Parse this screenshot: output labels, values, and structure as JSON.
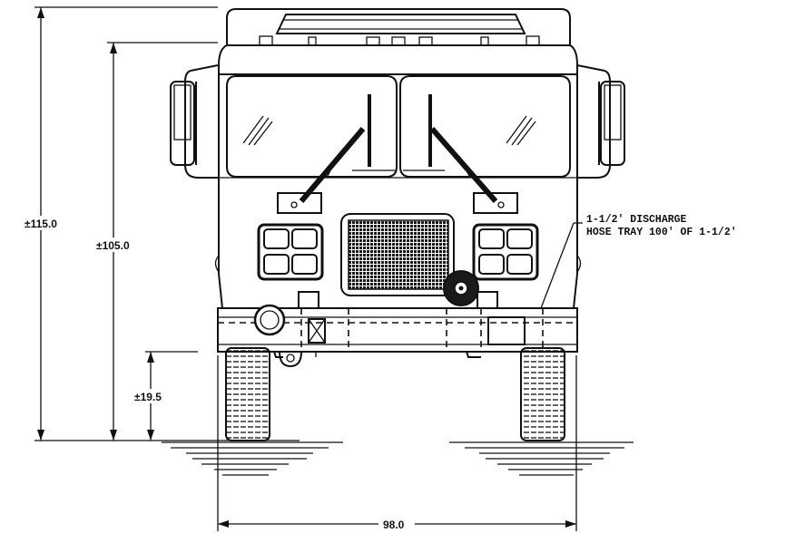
{
  "dimensions": {
    "overall_height": "±115.0",
    "cab_height": "±105.0",
    "bumper_height": "±19.5",
    "overall_width": "98.0"
  },
  "callout": {
    "line1": "1-1/2' DISCHARGE",
    "line2": "HOSE TRAY 100' OF 1-1/2'"
  }
}
